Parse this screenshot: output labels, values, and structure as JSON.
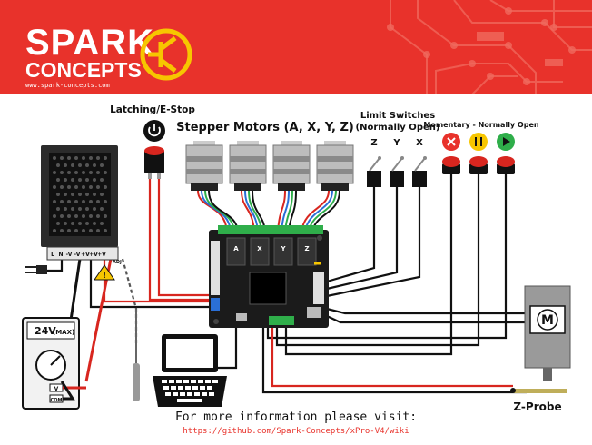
{
  "brand": {
    "name_line1": "SPARK",
    "name_line2": "CONCEPTS",
    "url": "www.spark-concepts.com",
    "banner_color": "#e8322b",
    "logo_icon": "transistor-icon"
  },
  "labels": {
    "estop": "Latching/E-Stop",
    "steppers": "Stepper Motors (A, X, Y, Z)",
    "limit_title_1": "Limit Switches",
    "limit_title_2": "(Normally Open)",
    "limit_z": "Z",
    "limit_y": "Y",
    "limit_x": "X",
    "momentary": "Momentary - Normally Open",
    "zprobe": "Z-Probe",
    "motor_symbol": "M"
  },
  "power_supply": {
    "terminals": [
      "L",
      "N",
      "-V",
      "-V",
      "+V",
      "+V",
      "+V"
    ],
    "adj": "ADJ"
  },
  "board": {
    "driver_letters": [
      "A",
      "X",
      "Y",
      "Z"
    ]
  },
  "multimeter": {
    "voltage": "24V",
    "max": "(MAX)",
    "port_v": "V",
    "port_com": "COM"
  },
  "colors": {
    "wire_red": "#d8261f",
    "wire_black": "#111111",
    "board": "#1b1b1b",
    "terminal_green": "#2fae4a"
  },
  "footer": {
    "text": "For more information please visit:",
    "url": "https://github.com/Spark-Concepts/xPro-V4/wiki"
  }
}
